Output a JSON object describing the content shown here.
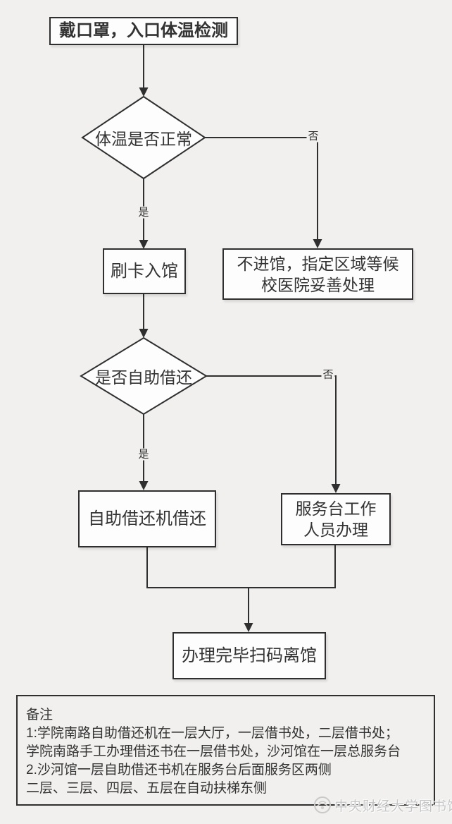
{
  "colors": {
    "background": "#f1f0ee",
    "line": "#2f2f2f",
    "node_fill": "#fdfdfd",
    "text": "#333333",
    "watermark": "#c6c6c6"
  },
  "flow": {
    "start": "戴口罩，入口体温检测",
    "decision_temperature": "体温是否正常",
    "edge_yes_1": "是",
    "edge_no_1": "否",
    "box_enter": "刷卡入馆",
    "box_no_entry_line1": "不进馆，指定区域等候",
    "box_no_entry_line2": "校医院妥善处理",
    "decision_self_service": "是否自助借还",
    "edge_yes_2": "是",
    "edge_no_2": "否",
    "box_self_service": "自助借还机借还",
    "box_staff_line1": "服务台工作",
    "box_staff_line2": "人员办理",
    "box_leave": "办理完毕扫码离馆"
  },
  "notes": {
    "title": "备注",
    "line1": "1:学院南路自助借还机在一层大厅，一层借书处，二层借书处；",
    "line2": "学院南路手工办理借还书在一层借书处，沙河馆在一层总服务台",
    "line3": "2.沙河馆一层自助借还书机在服务台后面服务区两侧",
    "line4": "二层、三层、四层、五层在自动扶梯东侧"
  },
  "watermark": {
    "text": "中央财经大学图书馆",
    "logo": "library-seal-icon"
  }
}
